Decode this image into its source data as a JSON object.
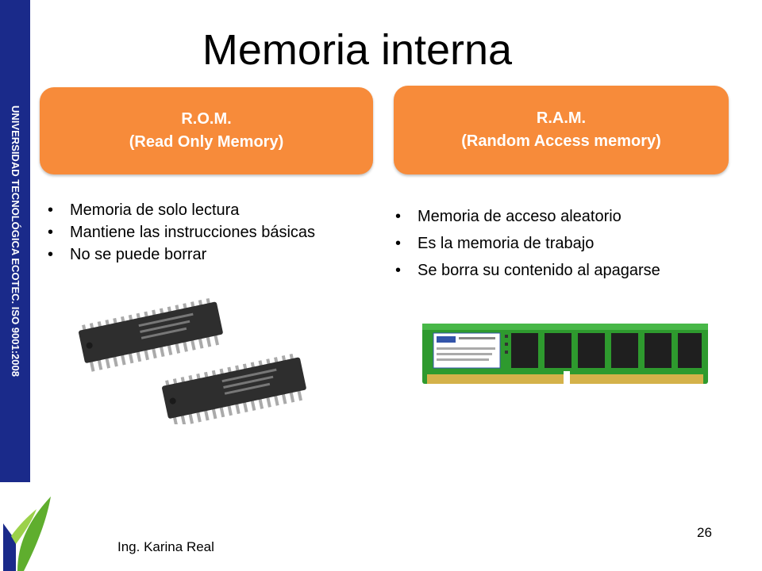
{
  "sidebar": {
    "text": "UNIVERSIDAD TECNOLÓGICA ECOTEC. ISO 9001:2008",
    "color": "#1a2a8a"
  },
  "slide": {
    "title": "Memoria interna",
    "page_number": "26",
    "author": "Ing. Karina Real"
  },
  "rom": {
    "heading_line1": "R.O.M.",
    "heading_line2": "(Read Only Memory)",
    "bullets": [
      "Memoria de solo lectura",
      "Mantiene las instrucciones básicas",
      "No se puede borrar"
    ]
  },
  "ram": {
    "heading_line1": "R.A.M.",
    "heading_line2": "(Random Access memory)",
    "bullets": [
      "Memoria de acceso aleatorio",
      "Es la memoria de trabajo",
      "Se borra su contenido al apagarse"
    ]
  },
  "colors": {
    "accent": "#f78b3a",
    "sidebar": "#1a2a8a"
  }
}
